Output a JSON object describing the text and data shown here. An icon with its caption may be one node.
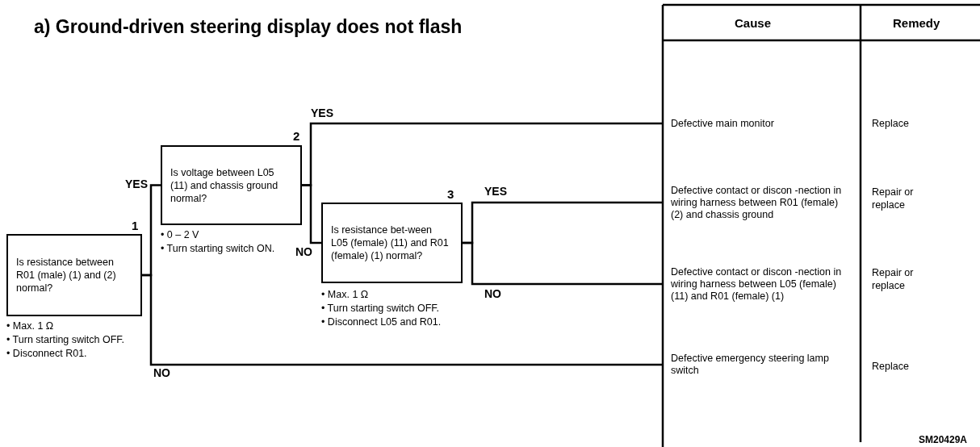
{
  "diagram": {
    "title": "a) Ground-driven steering display does not flash",
    "nodes": [
      {
        "text": [
          "1",
          "Is resistance between R01 (male) (1) and (2) normal?"
        ],
        "beside": [
          "• Max. 1 Ω",
          "• Turn starting switch OFF.",
          "• Disconnect R01."
        ]
      },
      {
        "text": [
          "2",
          "Is voltage between L05 (11) and chassis ground normal?"
        ],
        "beside": [
          "• 0 – 2 V",
          "• Turn starting switch ON."
        ]
      },
      {
        "text": [
          "3",
          "Is resistance bet-ween L05 (female) (11) and R01 (female) (1) normal?"
        ],
        "beside": [
          "• Max. 1 Ω",
          "• Turn starting switch OFF.",
          "• Disconnect L05 and R01."
        ]
      },
      {
        "text": [
          "Defective main monitor"
        ]
      },
      {
        "text": [
          "Defective contact or discon -nection in wiring harness between R01 (female) (2) and chassis ground"
        ]
      },
      {
        "text": [
          "Defective contact or discon -nection in wiring harness between L05 (female) (11) and R01 (female) (1)"
        ]
      },
      {
        "text": [
          "Defective emergency steering lamp switch"
        ]
      }
    ],
    "edges": [
      {
        "from": 0,
        "to": 1,
        "arrow": "none",
        "label": "YES"
      },
      {
        "from": 0,
        "to": 6,
        "arrow": "none",
        "label": "NO"
      },
      {
        "from": 1,
        "to": 3,
        "arrow": "none",
        "label": "YES"
      },
      {
        "from": 1,
        "to": 2,
        "arrow": "none",
        "label": "NO"
      },
      {
        "from": 2,
        "to": 4,
        "arrow": "none",
        "label": "YES"
      },
      {
        "from": 2,
        "to": 5,
        "arrow": "none",
        "label": "NO"
      }
    ],
    "labels": [
      "Cause",
      "Remedy",
      "Replace",
      "Repair or replace",
      "Repair or replace",
      "Replace",
      "SM20429A"
    ]
  }
}
